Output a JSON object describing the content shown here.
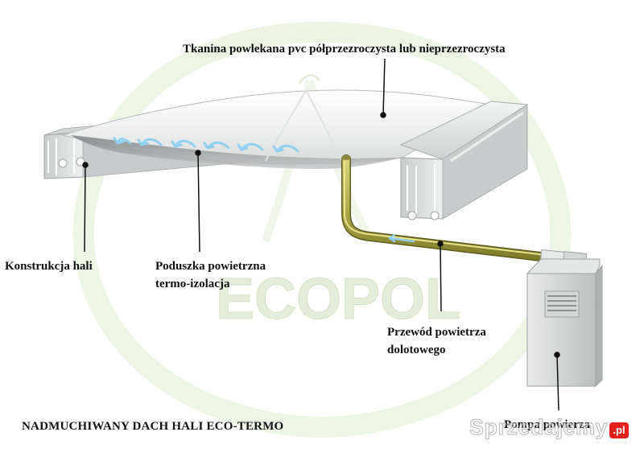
{
  "labels": {
    "fabric": "Tkanina powlekana pvc półprzezroczysta lub nieprzezroczysta",
    "construction": "Konstrukcja hali",
    "cushion_line1": "Poduszka powietrzna",
    "cushion_line2": "termo-izolacja",
    "duct_line1": "Przewód powietrza",
    "duct_line2": "dolotowego",
    "pump": "Pompa powierza",
    "title": "NADMUCHIWANY DACH HALI ECO-TERMO"
  },
  "watermark": {
    "logo_text": "ECOPOL",
    "site_text": "Sprzedajemy",
    "site_suffix": ".pl"
  },
  "colors": {
    "watermark_green": "#dfeccd",
    "pipe": "#b7b352",
    "frame": "#d9dcdc",
    "airflow_arrows": "#8fd0f2",
    "brand_badge": "#e2211c"
  },
  "icons": [
    "airflow-arrow-icon",
    "pipe-flow-arrow-icon"
  ]
}
